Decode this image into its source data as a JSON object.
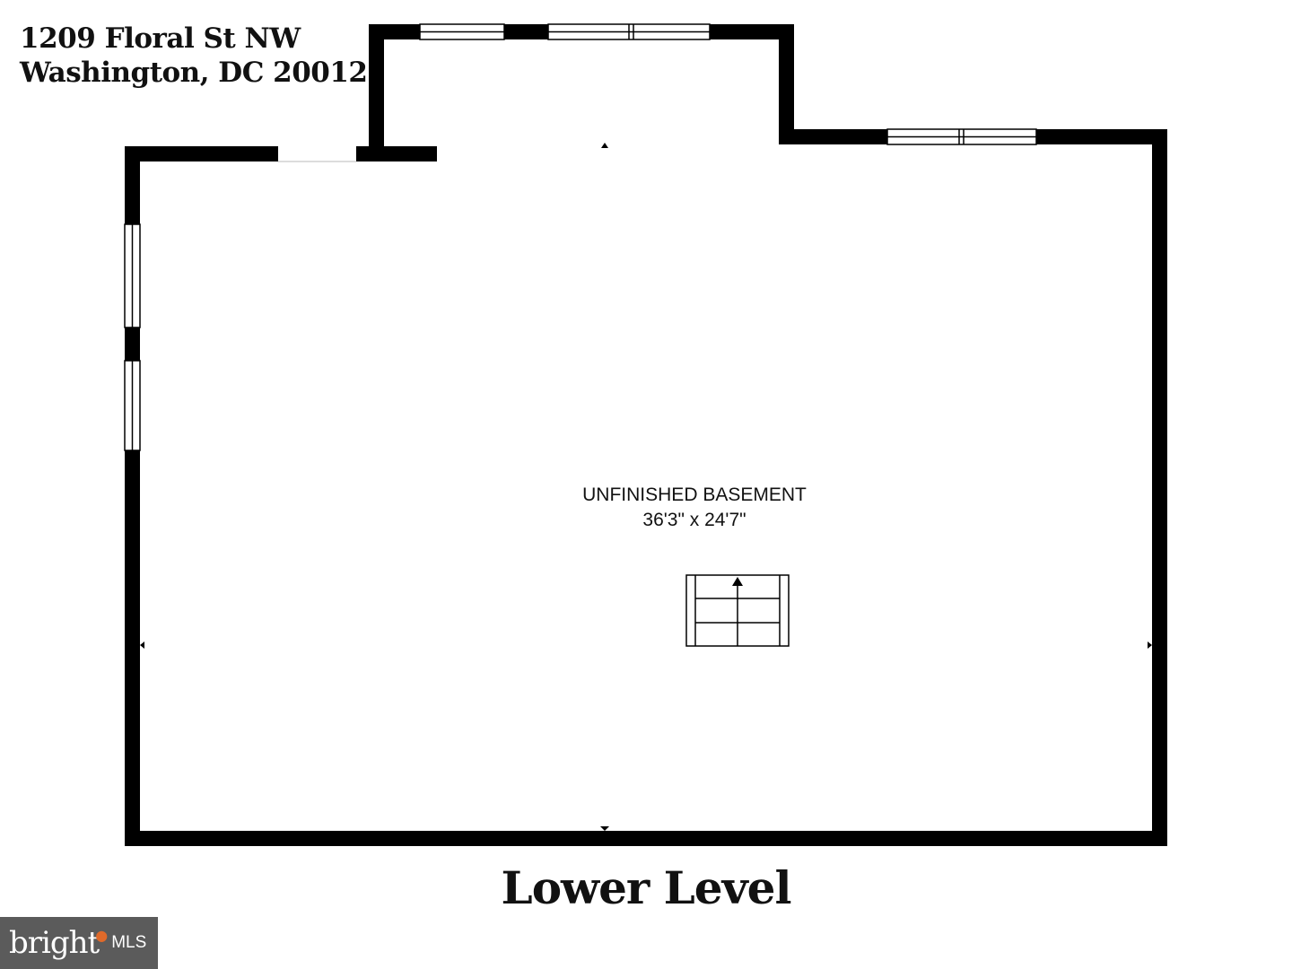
{
  "header": {
    "address_line1": "1209 Floral St NW",
    "address_line2": "Washington, DC 20012"
  },
  "room": {
    "name": "UNFINISHED BASEMENT",
    "dimensions": "36'3\" x 24'7\""
  },
  "level_title": "Lower Level",
  "branding": {
    "name": "bright",
    "suffix": "MLS"
  },
  "colors": {
    "wall": "#000000",
    "background": "#ffffff",
    "brand_badge": "#5b5b5b",
    "brand_accent": "#e06a2a"
  }
}
